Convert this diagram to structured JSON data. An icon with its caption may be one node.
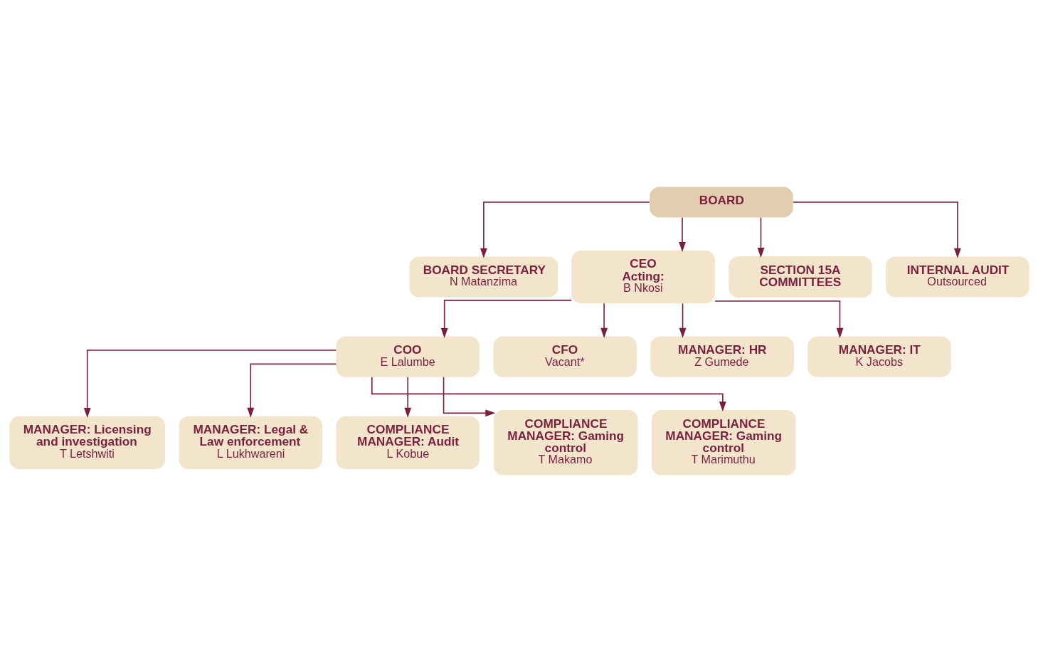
{
  "diagram": {
    "nodes": [
      {
        "text": [
          "BOARD"
        ]
      },
      {
        "text": [
          "BOARD SECRETARY",
          "N Matanzima"
        ]
      },
      {
        "text": [
          "CEO Acting:",
          "B Nkosi"
        ]
      },
      {
        "text": [
          "SECTION 15A COMMITTEES"
        ]
      },
      {
        "text": [
          "INTERNAL AUDIT",
          "Outsourced"
        ]
      },
      {
        "text": [
          "COO",
          "E Lalumbe"
        ]
      },
      {
        "text": [
          "CFO",
          "Vacant*"
        ]
      },
      {
        "text": [
          "MANAGER: HR",
          "Z Gumede"
        ]
      },
      {
        "text": [
          "MANAGER: IT",
          "K Jacobs"
        ]
      },
      {
        "text": [
          "MANAGER: Licensing and investigation",
          "T Letshwiti"
        ]
      },
      {
        "text": [
          "MANAGER: Legal & Law enforcement",
          "L Lukhwareni"
        ]
      },
      {
        "text": [
          "COMPLIANCE MANAGER: Audit",
          "L Kobue"
        ]
      },
      {
        "text": [
          "COMPLIANCE MANAGER: Gaming control",
          "T Makamo"
        ]
      },
      {
        "text": [
          "COMPLIANCE MANAGER: Gaming control",
          "T Marimuthu"
        ]
      }
    ],
    "edges": [
      {
        "from": 0,
        "to": 1,
        "arrow": "to"
      },
      {
        "from": 0,
        "to": 2,
        "arrow": "to"
      },
      {
        "from": 0,
        "to": 3,
        "arrow": "to"
      },
      {
        "from": 0,
        "to": 4,
        "arrow": "to"
      },
      {
        "from": 2,
        "to": 5,
        "arrow": "to"
      },
      {
        "from": 2,
        "to": 6,
        "arrow": "to"
      },
      {
        "from": 2,
        "to": 7,
        "arrow": "to"
      },
      {
        "from": 2,
        "to": 8,
        "arrow": "to"
      },
      {
        "from": 5,
        "to": 9,
        "arrow": "to"
      },
      {
        "from": 5,
        "to": 10,
        "arrow": "to"
      },
      {
        "from": 5,
        "to": 11,
        "arrow": "to"
      },
      {
        "from": 5,
        "to": 12,
        "arrow": "to"
      },
      {
        "from": 5,
        "to": 13,
        "arrow": "to"
      }
    ]
  }
}
